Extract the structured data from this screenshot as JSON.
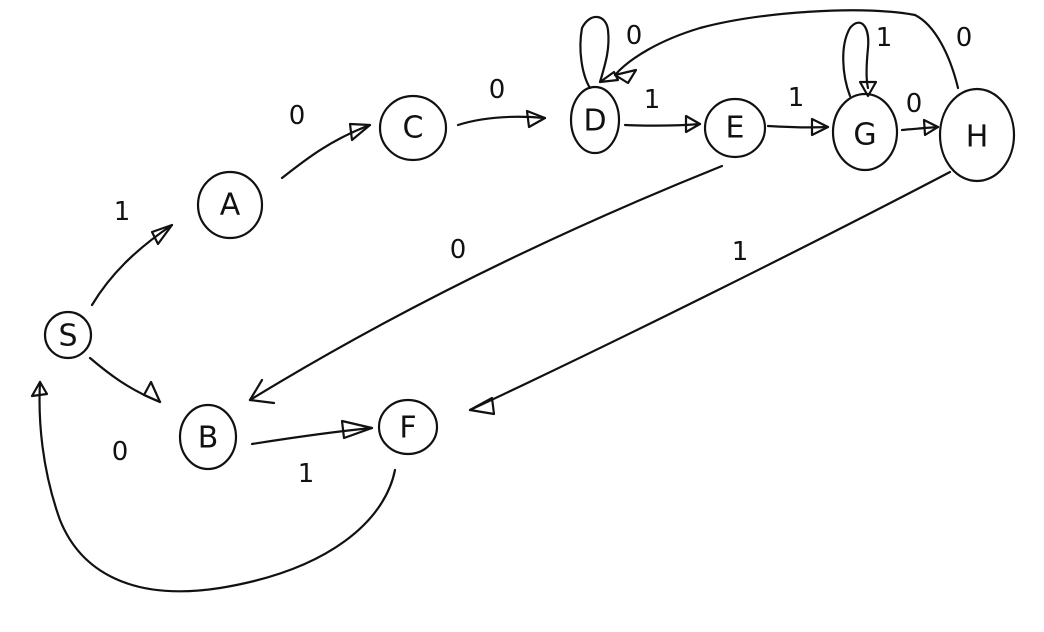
{
  "diagram": {
    "nodes": [
      {
        "id": "S",
        "label": "S"
      },
      {
        "id": "A",
        "label": "A"
      },
      {
        "id": "B",
        "label": "B"
      },
      {
        "id": "C",
        "label": "C"
      },
      {
        "id": "D",
        "label": "D"
      },
      {
        "id": "E",
        "label": "E"
      },
      {
        "id": "F",
        "label": "F"
      },
      {
        "id": "G",
        "label": "G"
      },
      {
        "id": "H",
        "label": "H"
      }
    ],
    "edges": [
      {
        "from": "S",
        "to": "A",
        "label": "1"
      },
      {
        "from": "S",
        "to": "B",
        "label": "0"
      },
      {
        "from": "A",
        "to": "C",
        "label": "0"
      },
      {
        "from": "C",
        "to": "D",
        "label": "0"
      },
      {
        "from": "D",
        "to": "D",
        "label": "0"
      },
      {
        "from": "D",
        "to": "E",
        "label": "1"
      },
      {
        "from": "E",
        "to": "G",
        "label": "1"
      },
      {
        "from": "E",
        "to": "B",
        "label": "0"
      },
      {
        "from": "G",
        "to": "G",
        "label": "1"
      },
      {
        "from": "G",
        "to": "H",
        "label": "0"
      },
      {
        "from": "H",
        "to": "D",
        "label": "0"
      },
      {
        "from": "H",
        "to": "F",
        "label": "1"
      },
      {
        "from": "B",
        "to": "F",
        "label": "1"
      },
      {
        "from": "F",
        "to": "S",
        "label": ""
      }
    ]
  }
}
